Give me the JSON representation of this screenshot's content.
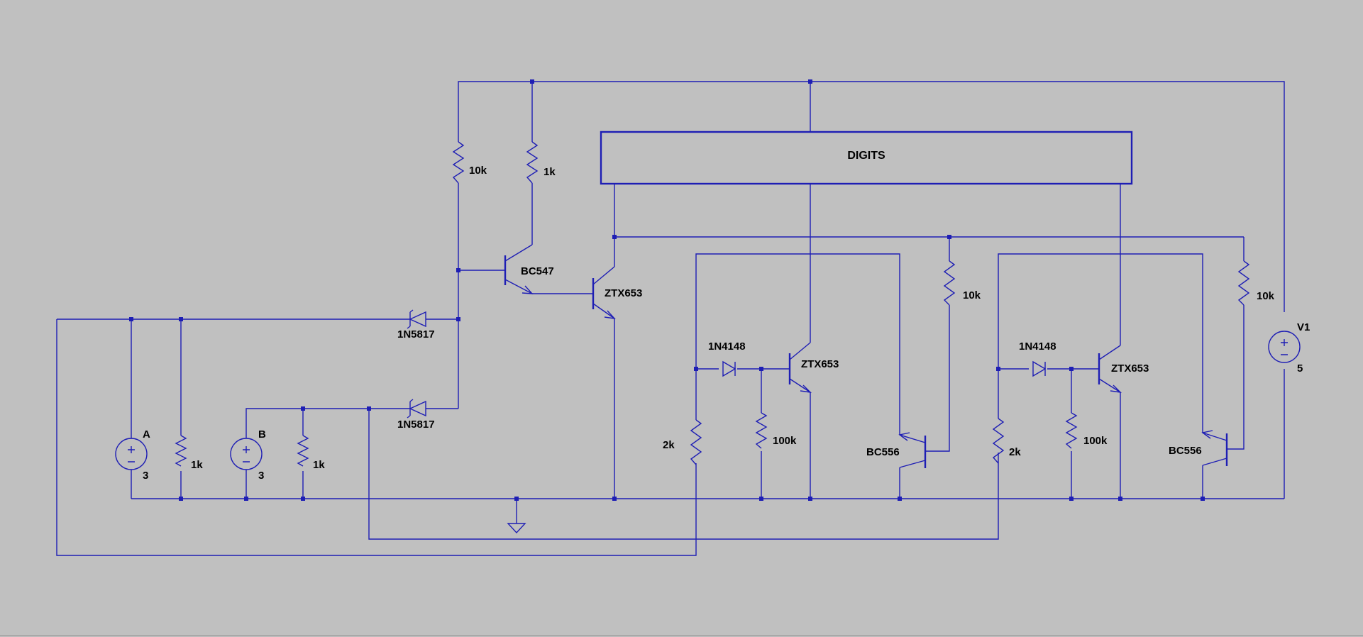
{
  "colors": {
    "background": "#c0c0c0",
    "wire": "#1e1eb4",
    "text": "#000000"
  },
  "block": {
    "label": "DIGITS"
  },
  "sources": {
    "a": {
      "name": "A",
      "value": "3"
    },
    "b": {
      "name": "B",
      "value": "3"
    },
    "v1": {
      "name": "V1",
      "value": "5"
    }
  },
  "resistors": {
    "r_a": "1k",
    "r_b": "1k",
    "r_base": "10k",
    "r_coll": "1k",
    "r_pull2": "10k",
    "r_pull3": "10k",
    "r_d2": "2k",
    "r_b2": "100k",
    "r_d3": "2k",
    "r_b3": "100k"
  },
  "diodes": {
    "d1": "1N5817",
    "d2": "1N5817",
    "d3": "1N4148",
    "d4": "1N4148"
  },
  "transistors": {
    "q1": "BC547",
    "q2": "ZTX653",
    "q3": "ZTX653",
    "q4": "BC556",
    "q5": "ZTX653",
    "q6": "BC556"
  }
}
